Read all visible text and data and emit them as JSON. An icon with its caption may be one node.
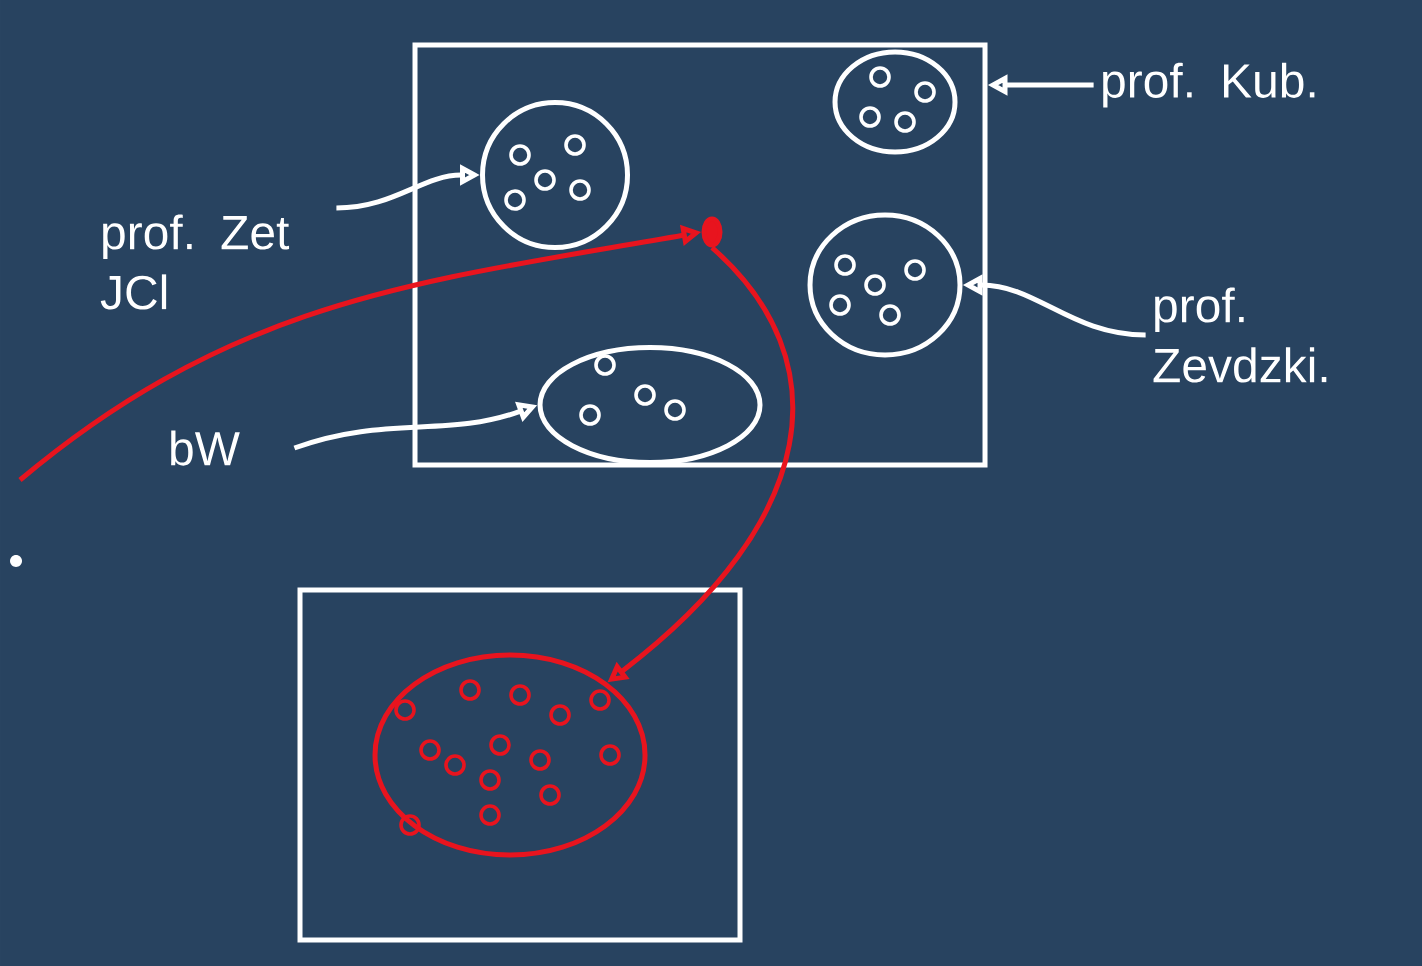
{
  "diagram": {
    "nodes": [
      {
        "text": [],
        "shape": "box"
      },
      {
        "text": [],
        "shape": "ellipse",
        "in": 0
      },
      {
        "text": [],
        "shape": "ellipse",
        "in": 0
      },
      {
        "text": [],
        "shape": "ellipse",
        "in": 0
      },
      {
        "text": [],
        "shape": "ellipse",
        "in": 0
      },
      {
        "text": [],
        "shape": "circle",
        "in": 0
      },
      {
        "text": [],
        "shape": "box"
      },
      {
        "text": [],
        "shape": "ellipse",
        "in": 6
      },
      {
        "text": [
          "prof. Zet JCl"
        ]
      },
      {
        "text": [
          "prof. Kub."
        ]
      },
      {
        "text": [
          "prof. Zevdzki."
        ]
      },
      {
        "text": [
          "bW"
        ]
      }
    ],
    "edges": [
      {
        "from": 8,
        "to": 1,
        "arrow": "to"
      },
      {
        "from": 9,
        "to": 0,
        "arrow": "to"
      },
      {
        "from": 10,
        "to": 3,
        "arrow": "to"
      },
      {
        "from": 11,
        "to": 4,
        "arrow": "to"
      },
      {
        "from": null,
        "to": 5,
        "arrow": "to",
        "color": "#e8141e"
      },
      {
        "from": 5,
        "to": 7,
        "arrow": "to",
        "color": "#e8141e"
      }
    ]
  }
}
